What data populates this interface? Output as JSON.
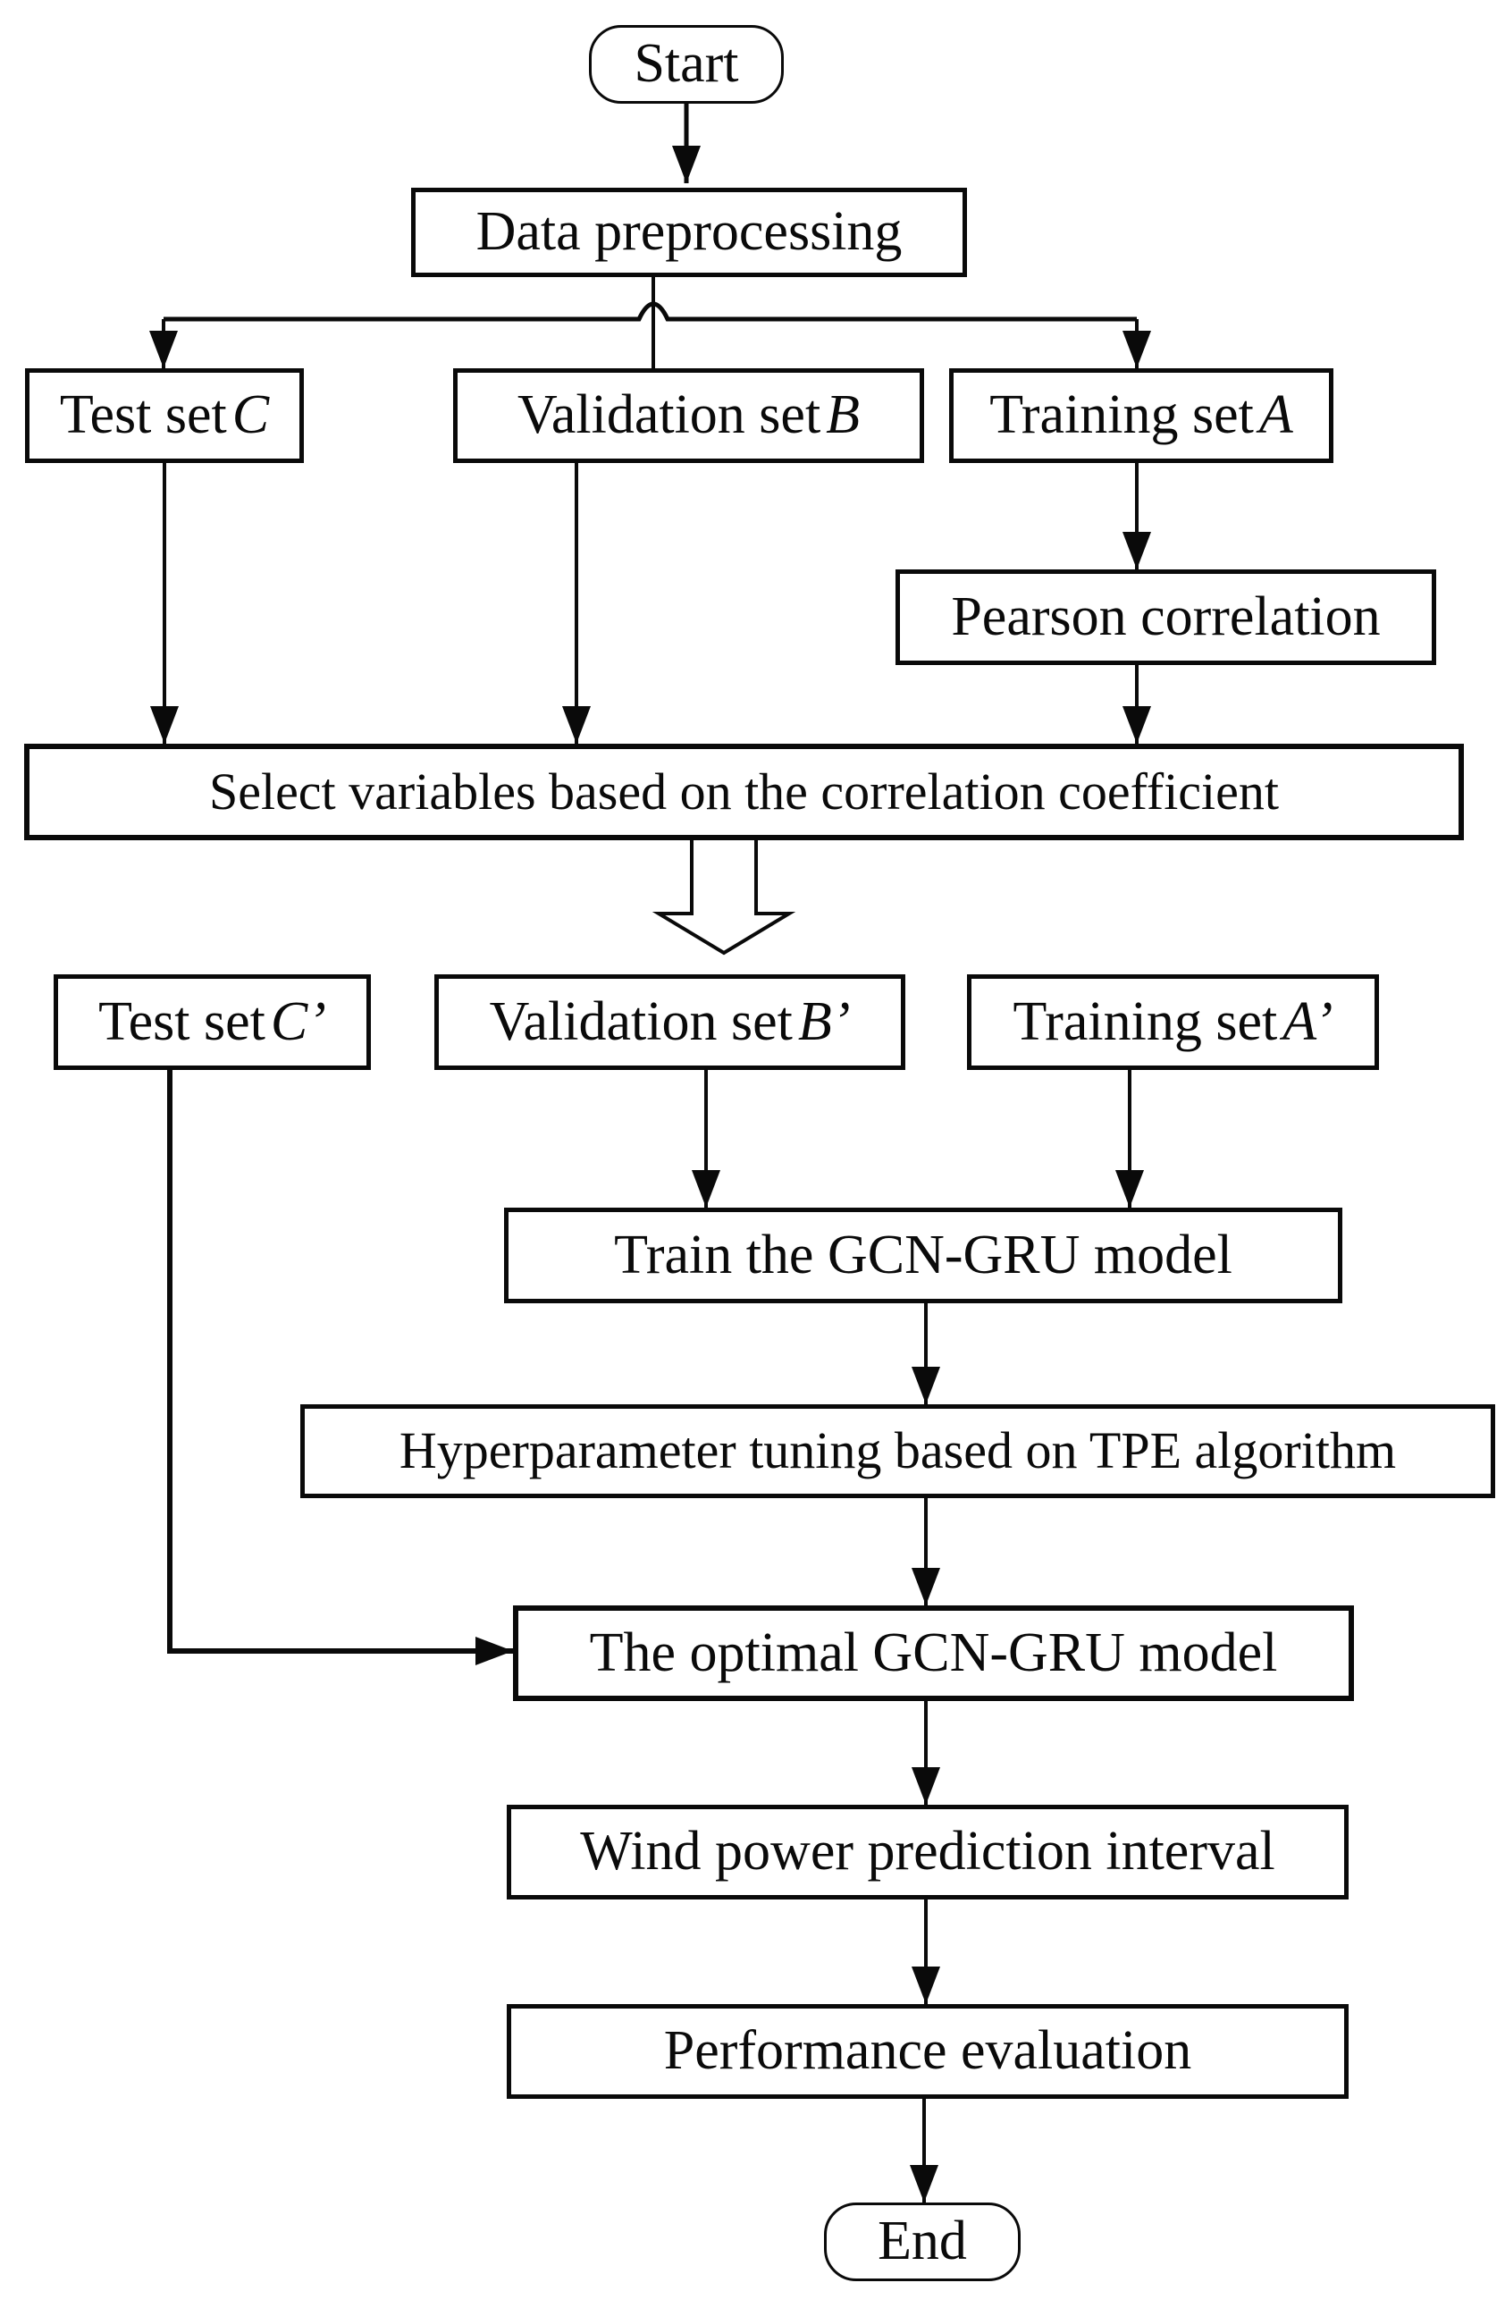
{
  "figure": {
    "type": "flowchart",
    "background_color": "#ffffff",
    "line_color": "#0a0a0a",
    "box_fill": "#ffffff"
  },
  "nodes": {
    "start": {
      "label": "Start",
      "shape": "terminal"
    },
    "preprocess": {
      "label": "Data preprocessing",
      "shape": "process"
    },
    "test_c": {
      "prefix": "Test set",
      "symbol": "C",
      "shape": "process"
    },
    "val_b": {
      "prefix": "Validation set",
      "symbol": "B",
      "shape": "process"
    },
    "train_a": {
      "prefix": "Training set",
      "symbol": "A",
      "shape": "process"
    },
    "pearson": {
      "label": "Pearson correlation",
      "shape": "process"
    },
    "select_vars": {
      "label": "Select variables based on the correlation coefficient",
      "shape": "process"
    },
    "test_c_prime": {
      "prefix": "Test set",
      "symbol": "C’",
      "shape": "process"
    },
    "val_b_prime": {
      "prefix": "Validation set",
      "symbol": "B’",
      "shape": "process"
    },
    "train_a_prime": {
      "prefix": "Training set",
      "symbol": "A’",
      "shape": "process"
    },
    "train_gcn_gru": {
      "label": "Train the GCN-GRU model",
      "shape": "process"
    },
    "hyperparam": {
      "label": "Hyperparameter tuning based on TPE algorithm",
      "shape": "process"
    },
    "optimal_model": {
      "label": "The optimal GCN-GRU model",
      "shape": "process"
    },
    "wind_interval": {
      "label": "Wind power prediction interval",
      "shape": "process"
    },
    "perf_eval": {
      "label": "Performance evaluation",
      "shape": "process"
    },
    "end": {
      "label": "End",
      "shape": "terminal"
    }
  },
  "edges": [
    {
      "from": "start",
      "to": "preprocess",
      "style": "arrow"
    },
    {
      "from": "preprocess",
      "to": "test_c",
      "style": "arrow"
    },
    {
      "from": "preprocess",
      "to": "val_b",
      "style": "line-with-jump"
    },
    {
      "from": "preprocess",
      "to": "train_a",
      "style": "arrow"
    },
    {
      "from": "test_c",
      "to": "select_vars",
      "style": "arrow"
    },
    {
      "from": "val_b",
      "to": "select_vars",
      "style": "arrow"
    },
    {
      "from": "train_a",
      "to": "pearson",
      "style": "arrow"
    },
    {
      "from": "pearson",
      "to": "select_vars",
      "style": "arrow"
    },
    {
      "from": "select_vars",
      "to": "second_data_split",
      "style": "hollow-block-arrow"
    },
    {
      "from": "test_c_prime",
      "to": "optimal_model",
      "style": "elbow-arrow"
    },
    {
      "from": "val_b_prime",
      "to": "train_gcn_gru",
      "style": "arrow"
    },
    {
      "from": "train_a_prime",
      "to": "train_gcn_gru",
      "style": "arrow"
    },
    {
      "from": "train_gcn_gru",
      "to": "hyperparam",
      "style": "arrow"
    },
    {
      "from": "hyperparam",
      "to": "optimal_model",
      "style": "arrow"
    },
    {
      "from": "optimal_model",
      "to": "wind_interval",
      "style": "arrow"
    },
    {
      "from": "wind_interval",
      "to": "perf_eval",
      "style": "arrow"
    },
    {
      "from": "perf_eval",
      "to": "end",
      "style": "arrow"
    }
  ]
}
